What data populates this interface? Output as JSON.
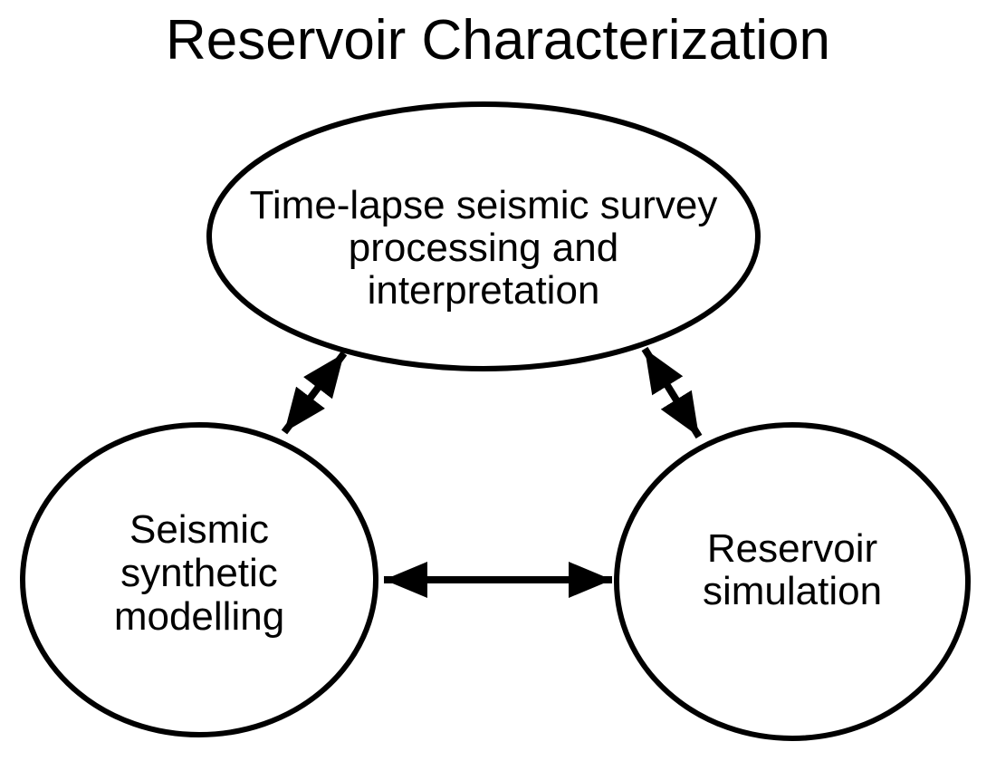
{
  "canvas": {
    "background_color": "#ffffff",
    "ink_color": "#000000"
  },
  "diagram": {
    "title": "Reservoir Characterization",
    "nodes": {
      "top": {
        "shape": "ellipse",
        "lines": [
          "Time-lapse seismic survey",
          "processing and",
          "interpretation"
        ]
      },
      "left": {
        "shape": "circle",
        "lines": [
          "Seismic",
          "synthetic",
          "modelling"
        ]
      },
      "right": {
        "shape": "circle",
        "lines": [
          "Reservoir",
          "simulation"
        ]
      }
    },
    "connections": [
      {
        "from": "top",
        "to": "left",
        "style": "double-headed-arrow"
      },
      {
        "from": "top",
        "to": "right",
        "style": "double-headed-arrow"
      },
      {
        "from": "left",
        "to": "right",
        "style": "double-headed-arrow"
      }
    ]
  }
}
